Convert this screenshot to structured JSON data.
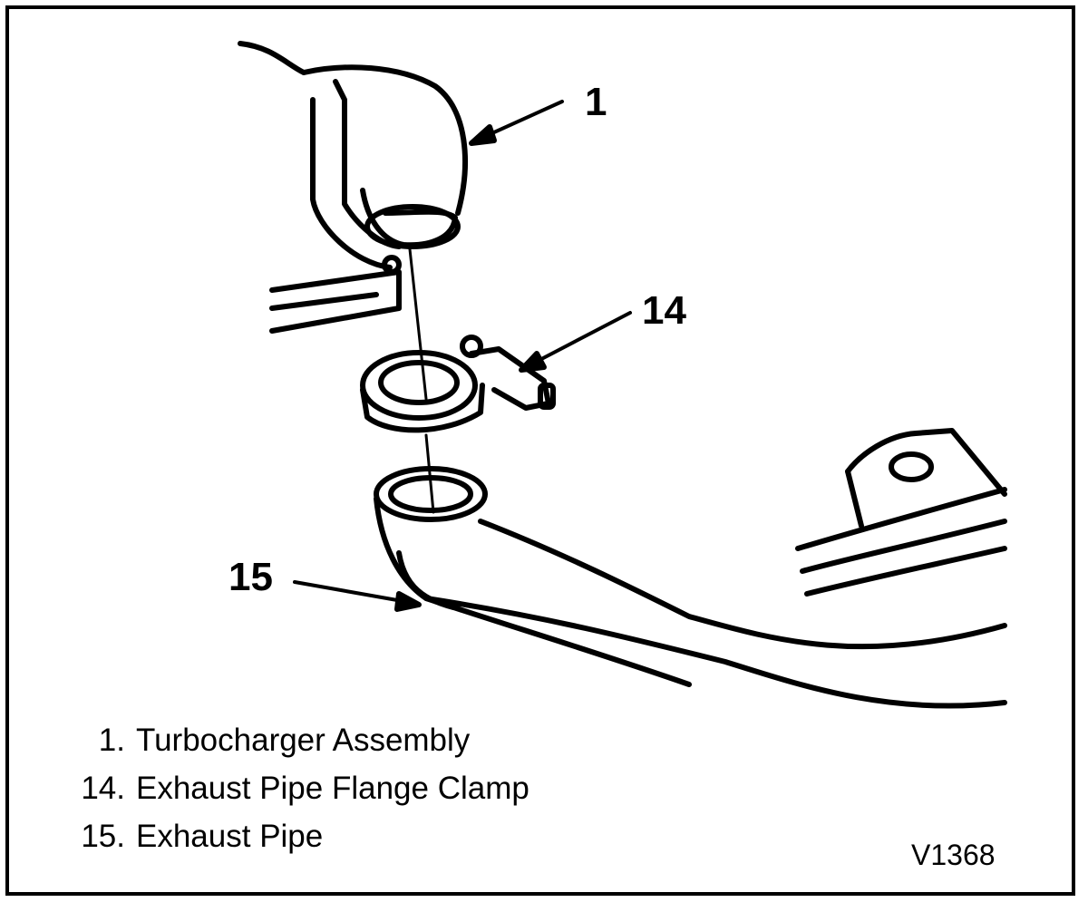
{
  "callouts": {
    "c1": "1",
    "c14": "14",
    "c15": "15"
  },
  "legend": [
    {
      "num": "1.",
      "label": "Turbocharger Assembly"
    },
    {
      "num": "14.",
      "label": "Exhaust Pipe Flange Clamp"
    },
    {
      "num": "15.",
      "label": "Exhaust Pipe"
    }
  ],
  "figure_code": "V1368"
}
